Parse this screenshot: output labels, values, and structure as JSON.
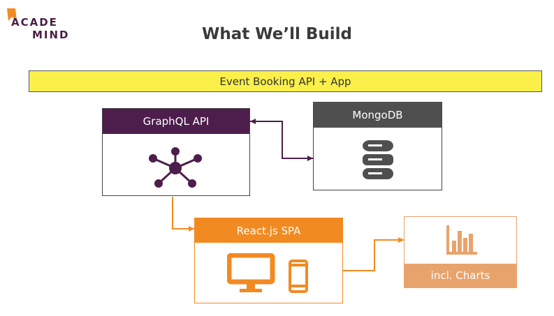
{
  "logo": {
    "line1": "ACADE",
    "line2": "MIND"
  },
  "title": "What We’ll Build",
  "banner": "Event Booking API + App",
  "nodes": {
    "graphql": {
      "label": "GraphQL API",
      "icon": "graph-network-icon"
    },
    "mongodb": {
      "label": "MongoDB",
      "icon": "database-icon"
    },
    "react": {
      "label": "React.js SPA",
      "icons": [
        "desktop-monitor-icon",
        "smartphone-icon"
      ]
    },
    "charts": {
      "label": "incl. Charts",
      "icon": "bar-chart-icon"
    }
  },
  "colors": {
    "purple": "#4d1d4b",
    "gray": "#4f4f4f",
    "orange": "#f28a22",
    "light_orange": "#e8a36c",
    "banner_yellow": "#fbf04a"
  }
}
